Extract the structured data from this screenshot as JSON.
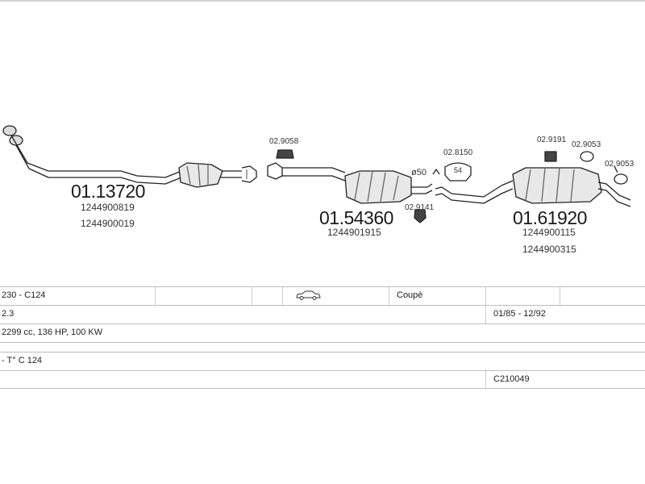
{
  "parts": {
    "front_pipe": {
      "number": "01.13720",
      "refs": [
        "1244900819",
        "1244900019"
      ]
    },
    "middle_silencer": {
      "number": "01.54360",
      "refs": [
        "1244901915"
      ]
    },
    "rear_silencer": {
      "number": "01.61920",
      "refs": [
        "1244900115",
        "1244900315"
      ]
    },
    "small_parts": {
      "rubber_mount_1": "02.9058",
      "clamp_1": "02.9141",
      "clamp_50_label": "ø50",
      "clamp_2": "02.8150",
      "clamp_2_size": "54",
      "rubber_mount_2": "02.9191",
      "ring_1": "02.9053",
      "ring_2": "02.9053"
    }
  },
  "vehicle": {
    "row1": {
      "model": "230 - C124",
      "body": "Coupè"
    },
    "row2": {
      "engine": "2.3",
      "years": "01/85 - 12/92"
    },
    "row3": {
      "spec": "2299 cc, 136 HP, 100 KW"
    },
    "row4": {
      "type": "- T° C 124"
    },
    "row5": {
      "code": "C210049"
    }
  },
  "icons": [
    "car-coupe-icon"
  ]
}
